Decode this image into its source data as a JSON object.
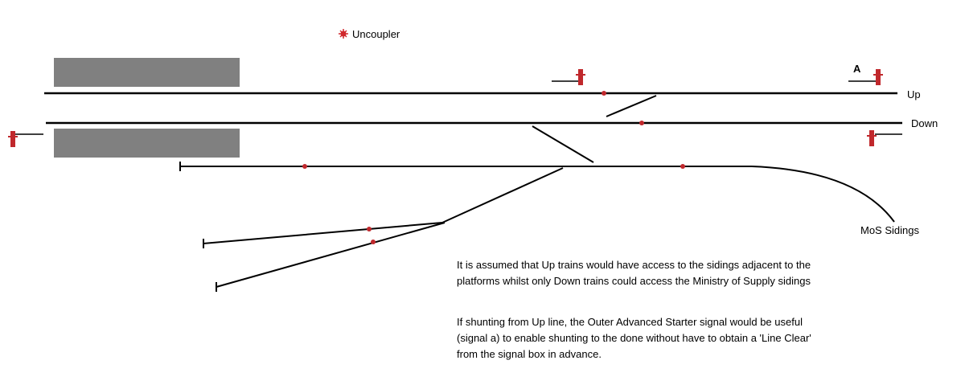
{
  "labels": {
    "uncoupler": "Uncoupler",
    "up": "Up",
    "down": "Down",
    "signal_a": "A",
    "mos_sidings": "MoS Sidings"
  },
  "notes": [
    "It is assumed that Up trains would have access to the sidings adjacent to the platforms whilst only Down trains could access the Ministry of Supply sidings",
    "If shunting from Up line, the Outer Advanced Starter signal would be useful (signal a) to enable shunting to the done without have to obtain a 'Line Clear' from the signal box in advance."
  ],
  "colors": {
    "track": "#000000",
    "platform": "#808080",
    "signal": "#c0282c",
    "uncoupler": "#d0282c",
    "background": "#ffffff"
  }
}
